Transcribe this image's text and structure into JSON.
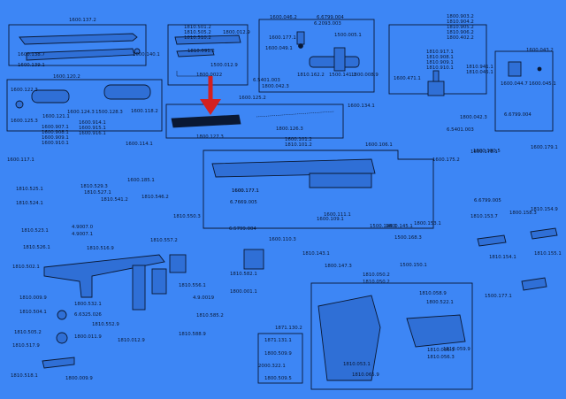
{
  "colors": {
    "background": "#3d86f5",
    "ink": "#0a1833",
    "arrow": "#d42020"
  },
  "labels": [
    {
      "t": "1600.137.2"
    },
    {
      "t": "1600.138.7"
    },
    {
      "t": "1600.139.1"
    },
    {
      "t": "1600.140.1"
    },
    {
      "t": "1810.501.2"
    },
    {
      "t": "1810.505.2"
    },
    {
      "t": "1810.510.2"
    },
    {
      "t": "1800.012.9"
    },
    {
      "t": "1810.091.2"
    },
    {
      "t": "1500.012.9"
    },
    {
      "t": "1800.0022"
    },
    {
      "t": "1600.046.2"
    },
    {
      "t": "6.6799.004"
    },
    {
      "t": "6.2093.003"
    },
    {
      "t": "1600.177.1"
    },
    {
      "t": "1600.049.1"
    },
    {
      "t": "1500.005.1"
    },
    {
      "t": "6.5401.003"
    },
    {
      "t": "1800.042.3"
    },
    {
      "t": "1810.162.2"
    },
    {
      "t": "1500.141.1"
    },
    {
      "t": "1800.008.9"
    },
    {
      "t": "1800.903.2"
    },
    {
      "t": "1810.904.2"
    },
    {
      "t": "1810.905.2"
    },
    {
      "t": "1810.906.2"
    },
    {
      "t": "1800.402.2"
    },
    {
      "t": "1810.917.1"
    },
    {
      "t": "1810.908.1"
    },
    {
      "t": "1810.909.1"
    },
    {
      "t": "1810.910.1"
    },
    {
      "t": "1600.471.1"
    },
    {
      "t": "1810.941.1"
    },
    {
      "t": "1810.045.1"
    },
    {
      "t": "1600.043.2"
    },
    {
      "t": "1600.044.7"
    },
    {
      "t": "1600.045.1"
    },
    {
      "t": "1800.042.3"
    },
    {
      "t": "6.5401.003"
    },
    {
      "t": "6.6799.004"
    },
    {
      "t": "1600.120.2"
    },
    {
      "t": "1600.122.3"
    },
    {
      "t": "1600.125.3"
    },
    {
      "t": "1600.121.1"
    },
    {
      "t": "1600.124.3"
    },
    {
      "t": "1500.128.3"
    },
    {
      "t": "1600.118.2"
    },
    {
      "t": "1600.125.2"
    },
    {
      "t": "1800.127.3"
    },
    {
      "t": "1800.126.3"
    },
    {
      "t": "1600.134.1"
    },
    {
      "t": "1600.907.1"
    },
    {
      "t": "1600.908.1"
    },
    {
      "t": "1600.909.1"
    },
    {
      "t": "1600.910.1"
    },
    {
      "t": "1600.914.1"
    },
    {
      "t": "1600.915.1"
    },
    {
      "t": "1600.916.1"
    },
    {
      "t": "1600.101.2"
    },
    {
      "t": "1810.101.2"
    },
    {
      "t": "1600.106.1"
    },
    {
      "t": "1600.114.1"
    },
    {
      "t": "1600.117.1"
    },
    {
      "t": "1600.185.1"
    },
    {
      "t": "1810.529.3"
    },
    {
      "t": "1810.525.1"
    },
    {
      "t": "1810.524.1"
    },
    {
      "t": "1810.527.1"
    },
    {
      "t": "1810.541.2"
    },
    {
      "t": "1810.546.2"
    },
    {
      "t": "1810.550.3"
    },
    {
      "t": "1810.523.1"
    },
    {
      "t": "4.9007.0"
    },
    {
      "t": "4.9007.1"
    },
    {
      "t": "1810.526.1"
    },
    {
      "t": "1810.516.9"
    },
    {
      "t": "1810.557.2"
    },
    {
      "t": "1600.177.1"
    },
    {
      "t": "1600.177.1"
    },
    {
      "t": "1600.180.5"
    },
    {
      "t": "1600.111.1"
    },
    {
      "t": "1600.109.1"
    },
    {
      "t": "6.7669.005"
    },
    {
      "t": "6.5799.004"
    },
    {
      "t": "1600.110.3"
    },
    {
      "t": "1500.144.1"
    },
    {
      "t": "1810.143.1"
    },
    {
      "t": "1800.147.3"
    },
    {
      "t": "1600.175.2"
    },
    {
      "t": "1600.178.1"
    },
    {
      "t": "1600.179.1"
    },
    {
      "t": "6.6799.005"
    },
    {
      "t": "1600.145.1"
    },
    {
      "t": "1500.168.3"
    },
    {
      "t": "1800.153.1"
    },
    {
      "t": "1810.153.7"
    },
    {
      "t": "1800.158.3"
    },
    {
      "t": "1810.154.1"
    },
    {
      "t": "1810.154.9"
    },
    {
      "t": "1810.155.1"
    },
    {
      "t": "1810.502.1"
    },
    {
      "t": "1810.009.9"
    },
    {
      "t": "1810.504.1"
    },
    {
      "t": "1810.505.2"
    },
    {
      "t": "1810.517.9"
    },
    {
      "t": "1810.518.1"
    },
    {
      "t": "1800.009.9"
    },
    {
      "t": "1800.532.1"
    },
    {
      "t": "6.6325.026"
    },
    {
      "t": "1810.552.9"
    },
    {
      "t": "1800.011.9"
    },
    {
      "t": "1810.012.9"
    },
    {
      "t": "1810.556.1"
    },
    {
      "t": "4.9.0019"
    },
    {
      "t": "1810.585.2"
    },
    {
      "t": "1810.588.9"
    },
    {
      "t": "1810.582.1"
    },
    {
      "t": "1800.001.1"
    },
    {
      "t": "1871.130.2"
    },
    {
      "t": "1871.131.1"
    },
    {
      "t": "1800.509.9"
    },
    {
      "t": "2000.322.1"
    },
    {
      "t": "1800.509.5"
    },
    {
      "t": "1810.050.2"
    },
    {
      "t": "1810.050.2"
    },
    {
      "t": "1810.058.9"
    },
    {
      "t": "1800.522.1"
    },
    {
      "t": "1810.056.3"
    },
    {
      "t": "1810.056.3"
    },
    {
      "t": "1810.059.9"
    },
    {
      "t": "1810.053.1"
    },
    {
      "t": "1810.065.9"
    },
    {
      "t": "1500.150.1"
    },
    {
      "t": "1500.177.1"
    }
  ]
}
